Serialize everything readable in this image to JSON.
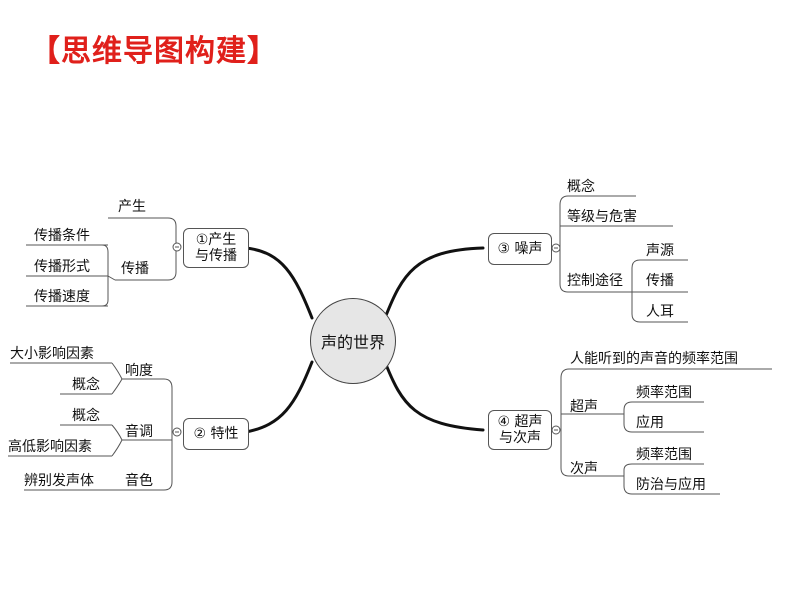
{
  "title": "【思维导图构建】",
  "center": "声的世界",
  "branch1": {
    "label": "①产生\n与传播",
    "sub": [
      "产生",
      "传播"
    ],
    "leaves": [
      "传播条件",
      "传播形式",
      "传播速度"
    ]
  },
  "branch2": {
    "label": "② 特性",
    "sub": [
      "响度",
      "音调",
      "音色"
    ],
    "loud_leaves": [
      "大小影响因素",
      "概念"
    ],
    "pitch_leaves": [
      "概念",
      "高低影响因素"
    ],
    "timbre_leaves": [
      "辨别发声体"
    ]
  },
  "branch3": {
    "label": "③ 噪声",
    "sub": [
      "概念",
      "等级与危害",
      "控制途径"
    ],
    "control_leaves": [
      "声源",
      "传播",
      "人耳"
    ]
  },
  "branch4": {
    "label": "④ 超声\n与次声",
    "sub": [
      "人能听到的声音的频率范围",
      "超声",
      "次声"
    ],
    "ultra_leaves": [
      "频率范围",
      "应用"
    ],
    "infra_leaves": [
      "频率范围",
      "防治与应用"
    ]
  }
}
